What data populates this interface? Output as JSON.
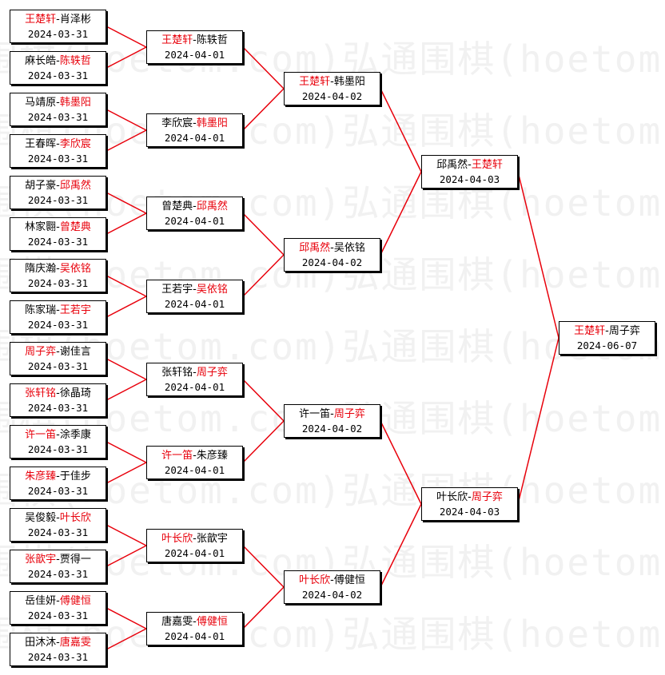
{
  "watermark": "弘通围棋(hoetom.com)弘通围棋(hoetom.com)弘通围",
  "colors": {
    "winner": "#e8000b",
    "line": "#e8000b",
    "box_border": "#000000"
  },
  "rounds": [
    {
      "name": "round-1",
      "matches": [
        {
          "p1": "王楚轩",
          "p2": "肖泽彬",
          "winner": 1,
          "date": "2024-03-31"
        },
        {
          "p1": "麻长皓",
          "p2": "陈轶哲",
          "winner": 2,
          "date": "2024-03-31"
        },
        {
          "p1": "马靖原",
          "p2": "韩墨阳",
          "winner": 2,
          "date": "2024-03-31"
        },
        {
          "p1": "王春晖",
          "p2": "李欣宸",
          "winner": 2,
          "date": "2024-03-31"
        },
        {
          "p1": "胡子豪",
          "p2": "邱禹然",
          "winner": 2,
          "date": "2024-03-31"
        },
        {
          "p1": "林家翾",
          "p2": "曾楚典",
          "winner": 2,
          "date": "2024-03-31"
        },
        {
          "p1": "隋庆瀚",
          "p2": "吴依铭",
          "winner": 2,
          "date": "2024-03-31"
        },
        {
          "p1": "陈家瑞",
          "p2": "王若宇",
          "winner": 2,
          "date": "2024-03-31"
        },
        {
          "p1": "周子弈",
          "p2": "谢佳言",
          "winner": 1,
          "date": "2024-03-31"
        },
        {
          "p1": "张轩铭",
          "p2": "徐晶琦",
          "winner": 1,
          "date": "2024-03-31"
        },
        {
          "p1": "许一笛",
          "p2": "涂季康",
          "winner": 1,
          "date": "2024-03-31"
        },
        {
          "p1": "朱彦臻",
          "p2": "于佳步",
          "winner": 1,
          "date": "2024-03-31"
        },
        {
          "p1": "吴俊毅",
          "p2": "叶长欣",
          "winner": 2,
          "date": "2024-03-31"
        },
        {
          "p1": "张歆宇",
          "p2": "贾得一",
          "winner": 1,
          "date": "2024-03-31"
        },
        {
          "p1": "岳佳妍",
          "p2": "傅健恒",
          "winner": 2,
          "date": "2024-03-31"
        },
        {
          "p1": "田沐沐",
          "p2": "唐嘉雯",
          "winner": 2,
          "date": "2024-03-31"
        }
      ]
    },
    {
      "name": "round-2",
      "matches": [
        {
          "p1": "王楚轩",
          "p2": "陈轶哲",
          "winner": 1,
          "date": "2024-04-01"
        },
        {
          "p1": "李欣宸",
          "p2": "韩墨阳",
          "winner": 2,
          "date": "2024-04-01"
        },
        {
          "p1": "曾楚典",
          "p2": "邱禹然",
          "winner": 2,
          "date": "2024-04-01"
        },
        {
          "p1": "王若宇",
          "p2": "吴依铭",
          "winner": 2,
          "date": "2024-04-01"
        },
        {
          "p1": "张轩铭",
          "p2": "周子弈",
          "winner": 2,
          "date": "2024-04-01"
        },
        {
          "p1": "许一笛",
          "p2": "朱彦臻",
          "winner": 1,
          "date": "2024-04-01"
        },
        {
          "p1": "叶长欣",
          "p2": "张歆宇",
          "winner": 1,
          "date": "2024-04-01"
        },
        {
          "p1": "唐嘉雯",
          "p2": "傅健恒",
          "winner": 2,
          "date": "2024-04-01"
        }
      ]
    },
    {
      "name": "round-3",
      "matches": [
        {
          "p1": "王楚轩",
          "p2": "韩墨阳",
          "winner": 1,
          "date": "2024-04-02"
        },
        {
          "p1": "邱禹然",
          "p2": "吴依铭",
          "winner": 1,
          "date": "2024-04-02"
        },
        {
          "p1": "许一笛",
          "p2": "周子弈",
          "winner": 2,
          "date": "2024-04-02"
        },
        {
          "p1": "叶长欣",
          "p2": "傅健恒",
          "winner": 1,
          "date": "2024-04-02"
        }
      ]
    },
    {
      "name": "semifinal",
      "matches": [
        {
          "p1": "邱禹然",
          "p2": "王楚轩",
          "winner": 2,
          "date": "2024-04-03"
        },
        {
          "p1": "叶长欣",
          "p2": "周子弈",
          "winner": 2,
          "date": "2024-04-03"
        }
      ]
    },
    {
      "name": "final",
      "matches": [
        {
          "p1": "王楚轩",
          "p2": "周子弈",
          "winner": 1,
          "date": "2024-06-07"
        }
      ]
    }
  ]
}
